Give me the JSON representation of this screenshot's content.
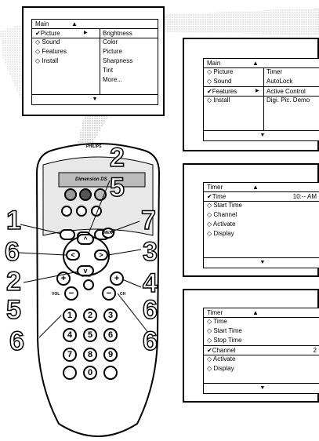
{
  "screen1": {
    "header": "Main",
    "up_arrow": "▲",
    "down_arrow": "▼",
    "right_arrow": "▶",
    "rows": [
      {
        "left": "✔Picture",
        "right": "Brightness"
      },
      {
        "left": "◇ Sound",
        "right": "Color"
      },
      {
        "left": "◇ Features",
        "right": "Picture"
      },
      {
        "left": "◇ Install",
        "right": "Sharpness"
      },
      {
        "left": "",
        "right": "Tint"
      },
      {
        "left": "",
        "right": "More..."
      }
    ]
  },
  "screen2": {
    "header": "Main",
    "up_arrow": "▲",
    "down_arrow": "▼",
    "right_arrow": "▶",
    "rows": [
      {
        "left": "◇ Picture",
        "right": "Timer"
      },
      {
        "left": "◇ Sound",
        "right": "AutoLock"
      },
      {
        "left": "✔Features",
        "right": "Active Control"
      },
      {
        "left": "◇ Install",
        "right": "Digi. Pic. Demo"
      }
    ]
  },
  "screen3": {
    "header": "Timer",
    "up_arrow": "▲",
    "down_arrow": "▼",
    "rows": [
      {
        "left": "✔Time",
        "value": "10:-- AM"
      },
      {
        "left": "◇ Start Time",
        "value": ""
      },
      {
        "left": "◇ Channel",
        "value": ""
      },
      {
        "left": "◇ Activate",
        "value": ""
      },
      {
        "left": "◇ Display",
        "value": ""
      }
    ]
  },
  "screen4": {
    "header": "Timer",
    "up_arrow": "▲",
    "down_arrow": "▼",
    "rows": [
      {
        "left": "◇ Time",
        "value": ""
      },
      {
        "left": "◇ Start Time",
        "value": ""
      },
      {
        "left": "◇ Stop Time",
        "value": ""
      },
      {
        "left": "✔Channel",
        "value": "2"
      },
      {
        "left": "◇ Activate",
        "value": ""
      },
      {
        "left": "◇ Display",
        "value": ""
      }
    ]
  },
  "step_numbers": {
    "n1": "1",
    "n2a": "2",
    "n5a": "5",
    "n7": "7",
    "n6a": "6",
    "n3": "3",
    "n2b": "2",
    "n4": "4",
    "n5b": "5",
    "n6b": "6",
    "n6c": "6",
    "n6d": "6"
  },
  "remote": {
    "brand": "PHILIPS",
    "product_label": "Dimension DS",
    "vol_label": "VOL",
    "ch_label": "CH",
    "menu_label": "MENU",
    "keypad": [
      "1",
      "2",
      "3",
      "4",
      "5",
      "6",
      "7",
      "8",
      "9",
      "0"
    ]
  }
}
